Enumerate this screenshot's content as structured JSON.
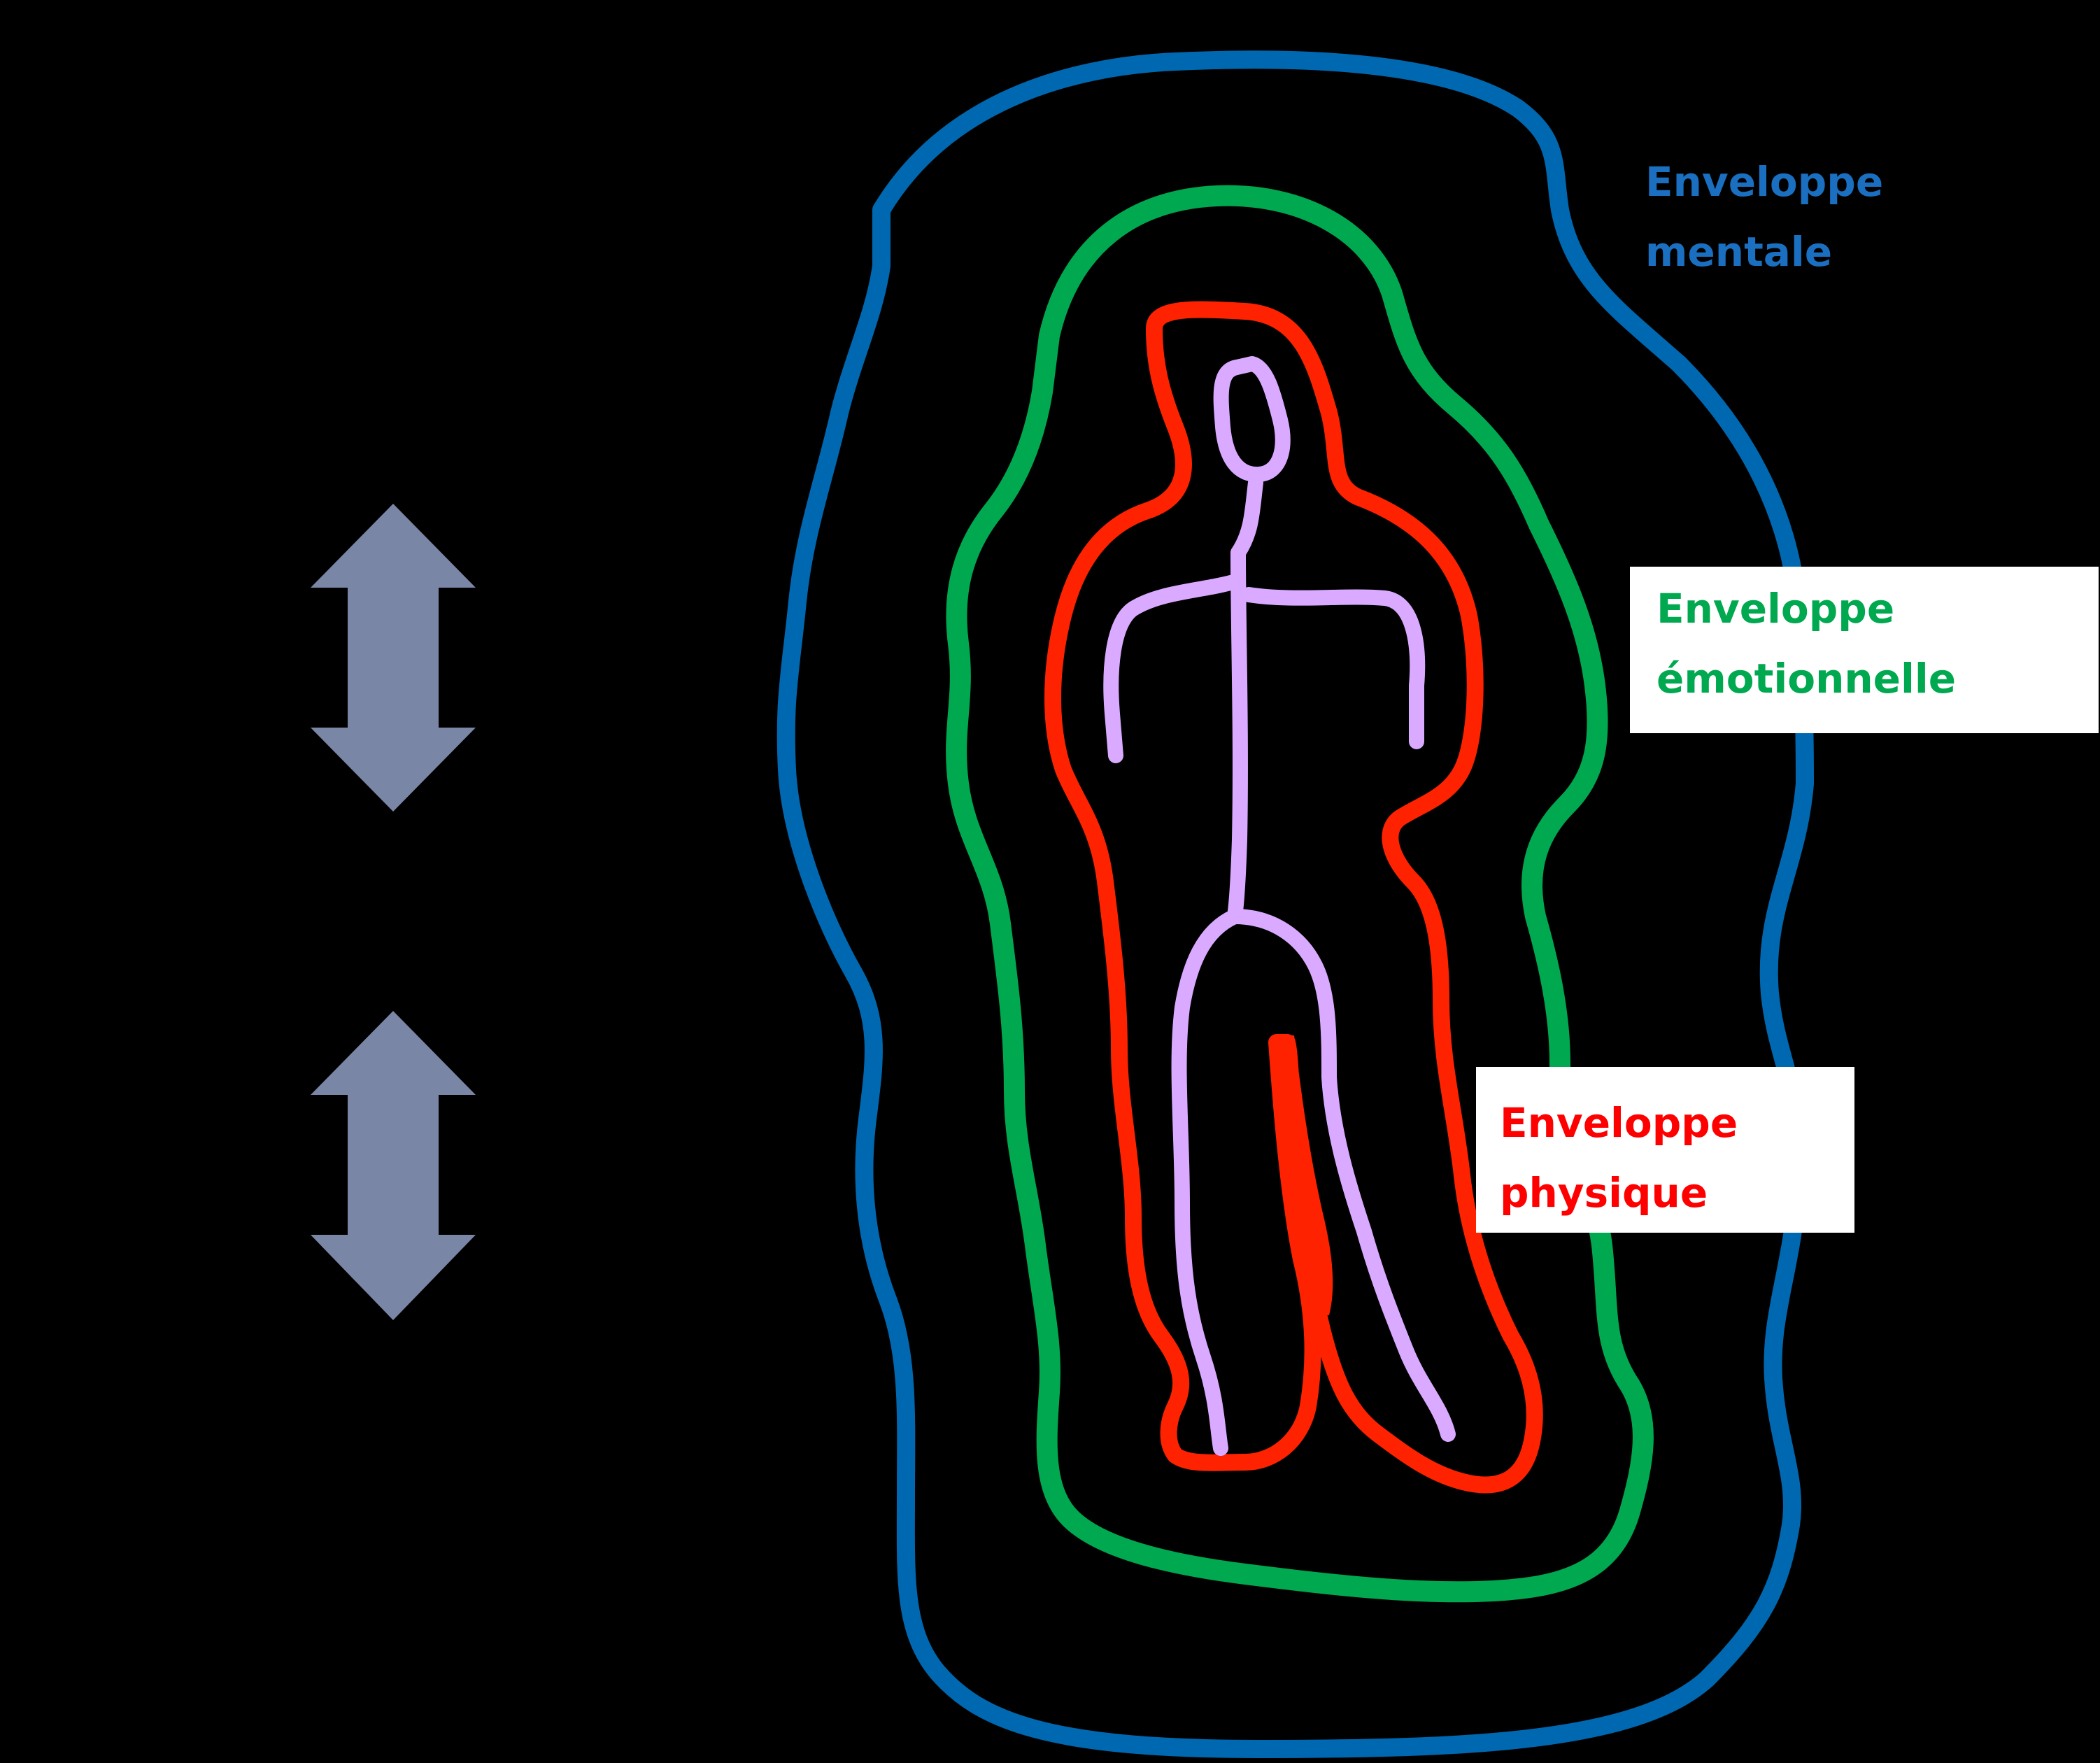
{
  "labels": {
    "mentale": [
      "Enveloppe",
      "mentale"
    ],
    "emotionnelle": [
      "Enveloppe",
      "émotionnelle"
    ],
    "physique": [
      "Enveloppe",
      "physique"
    ]
  },
  "colors": {
    "background": "#000000",
    "mental": "#0068b0",
    "emotional": "#00a84f",
    "physical": "#ff2200",
    "skeleton": "#d9aaff",
    "arrow": "#7a86a6",
    "label_box": "#ffffff"
  },
  "icons": [
    "double-arrow-icon",
    "double-arrow-icon"
  ]
}
